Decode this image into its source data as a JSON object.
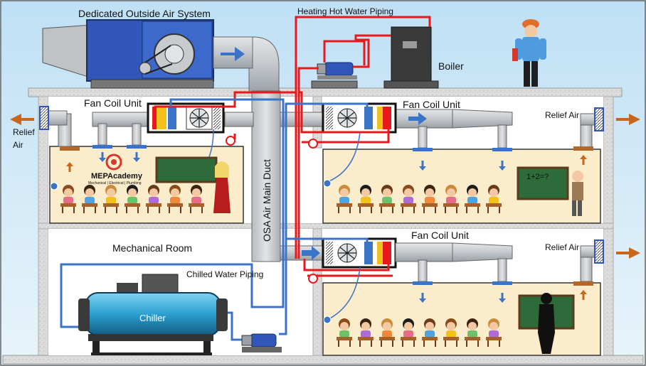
{
  "labels": {
    "doas": "Dedicated Outside Air System",
    "hot_water": "Heating Hot Water Piping",
    "boiler": "Boiler",
    "fcu_top_left": "Fan Coil Unit",
    "fcu_top_right": "Fan Coil Unit",
    "fcu_lower": "Fan Coil Unit",
    "relief_left_1": "Relief",
    "relief_left_2": "Air",
    "relief_top_right": "Relief Air",
    "relief_lower_right": "Relief Air",
    "osa_duct": "OSA Air Main Duct",
    "mech_room": "Mechanical Room",
    "chilled_water": "Chilled Water Piping",
    "chiller": "Chiller",
    "logo_brand": "MEPAcademy",
    "logo_tagline": "Mechanical | Electrical | Plumbing",
    "board_text": "1+2=?"
  },
  "colors": {
    "sky": "#cfe6f6",
    "hot_pipe": "#e8191c",
    "chilled_pipe": "#3b73c7",
    "duct": "#c9cdd1",
    "ahu": "#2f56b8",
    "classroom": "#fbeccb",
    "chiller": "#2aa7d6",
    "board": "#2e6b3a",
    "arrow_blue": "#3b73c7",
    "arrow_orange": "#c9661e"
  }
}
